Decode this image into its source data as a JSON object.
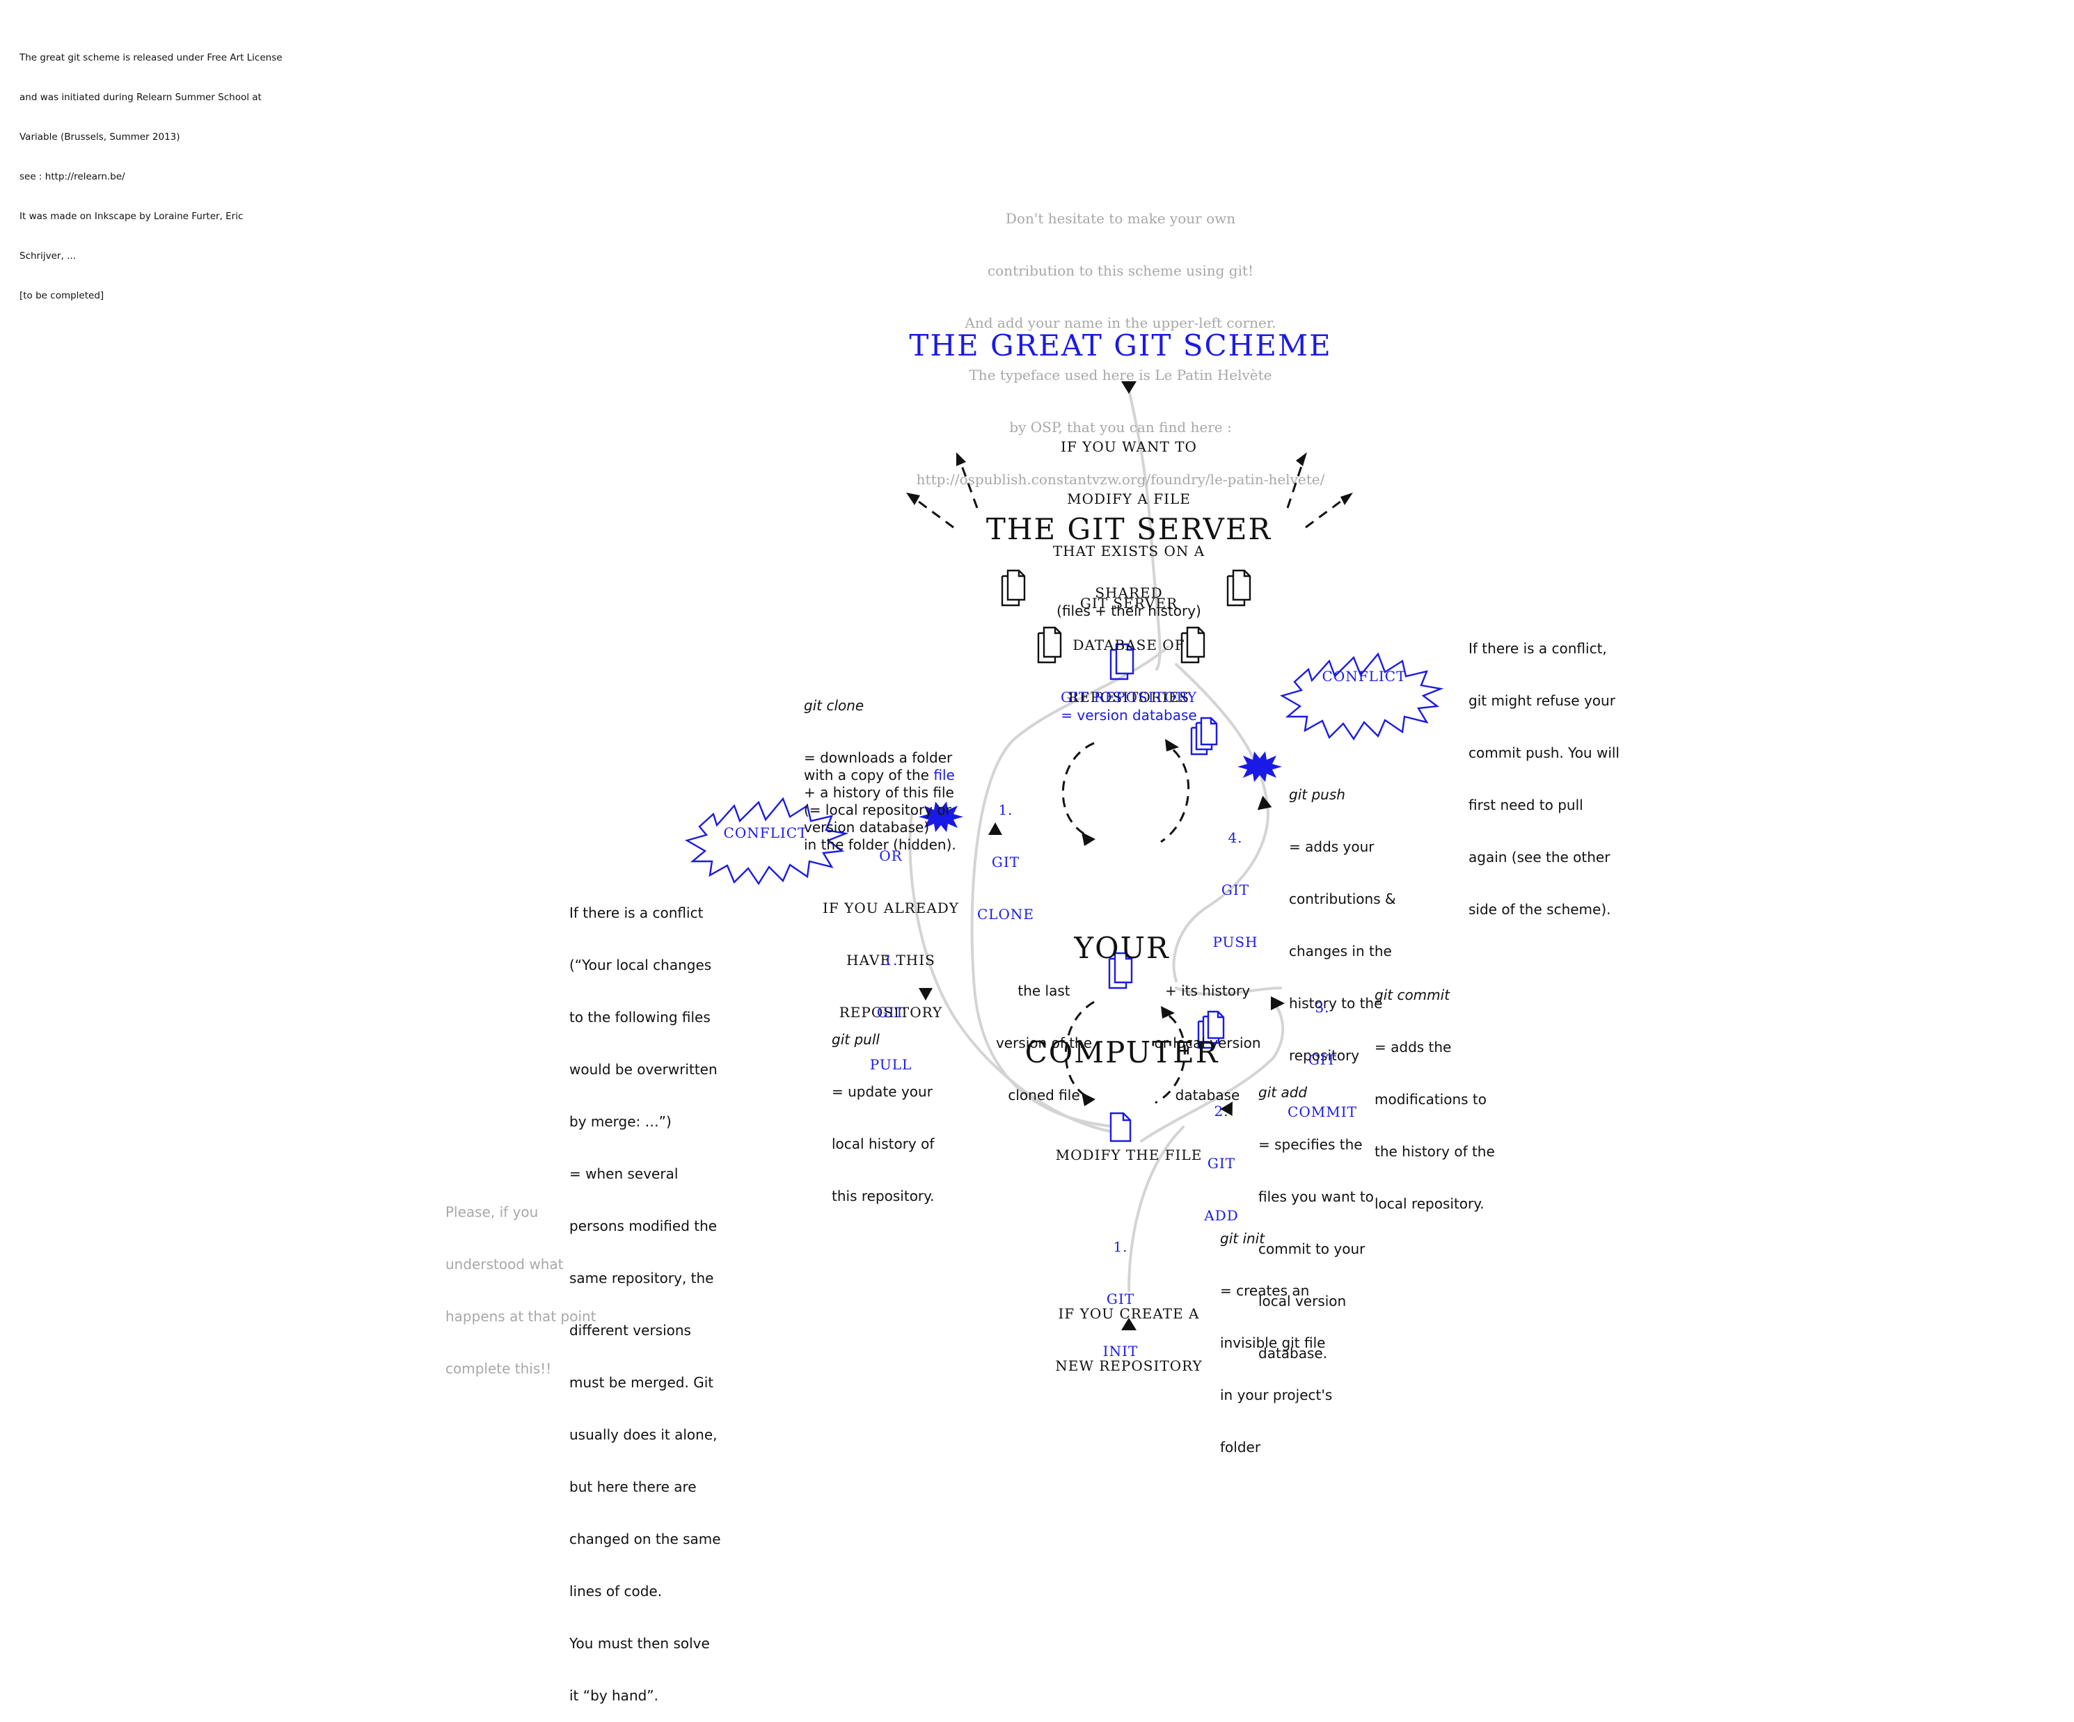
{
  "credits": {
    "lines": [
      "The great git scheme is released under Free Art License",
      "and was initiated during Relearn Summer School at",
      "Variable (Brussels, Summer 2013)",
      "see : http://relearn.be/",
      "It was made on Inkscape by Loraine Furter, Eric",
      "Schrijver, ...",
      "[to be completed]"
    ]
  },
  "invite": {
    "lines": [
      "Don't hesitate to make your own",
      "contribution to this scheme using git!",
      "And add your name in the upper-left corner.",
      "The typeface used here is Le Patin Helvète",
      "by OSP, that you can find here :",
      "http://ospublish.constantvzw.org/foundry/le-patin-helvete/"
    ]
  },
  "title": "THE GREAT GIT SCHEME",
  "top_entry": [
    "IF YOU WANT TO",
    "MODIFY A FILE",
    "THAT EXISTS ON A",
    "GIT SERVER"
  ],
  "server": {
    "title": "THE GIT SERVER",
    "subtitle": [
      "SHARED",
      "DATABASE OF",
      "REPOSITORIES"
    ],
    "note": "(files + their history)"
  },
  "git_repository": {
    "title": "GIT REPOSITORY",
    "subtitle": "= version database"
  },
  "conflict_right": {
    "badge": "CONFLICT",
    "text": [
      "If there is a conflict,",
      "git might refuse your",
      "commit push. You will",
      "first need to pull",
      "again (see the other",
      "side of the scheme)."
    ]
  },
  "conflict_left": {
    "badge": "CONFLICT",
    "text": [
      "If there is a conflict",
      "(“Your local changes",
      "to the following files",
      "would be overwritten",
      "by merge: …”)",
      "= when several",
      "persons modified the",
      "same repository, the",
      "different versions",
      "must be merged. Git",
      "usually does it alone,",
      "but here there are",
      "changed on the same",
      "lines of code.",
      "You must then solve",
      "it “by hand”."
    ]
  },
  "please": [
    "Please, if you",
    "understood what",
    "happens at that point",
    "complete this!!"
  ],
  "git_clone": {
    "term": "git clone",
    "desc_before": "= downloads a folder\nwith a copy of the ",
    "desc_link": "file",
    "desc_after": "\n+ a history of this file\n(= local repository or\nversion database)\nin the folder (hidden).",
    "step": [
      "1.",
      "GIT",
      "CLONE"
    ]
  },
  "git_pull": {
    "or": "OR",
    "entry": [
      "IF YOU ALREADY",
      "HAVE THIS",
      "REPOSITORY"
    ],
    "step": [
      "1.",
      "GIT",
      "PULL"
    ],
    "term": "git pull",
    "desc": [
      "= update your",
      "local history of",
      "this repository."
    ]
  },
  "git_push": {
    "step": [
      "4.",
      "GIT",
      "PUSH"
    ],
    "term": "git push",
    "desc": [
      "= adds your",
      "contributions &",
      "changes in the",
      "history to the",
      "repository"
    ]
  },
  "computer": {
    "title": [
      "YOUR",
      "COMPUTER"
    ],
    "last_version": [
      "the last",
      "version of the",
      "cloned file"
    ],
    "history": [
      "+ its history",
      "or local version",
      "database"
    ]
  },
  "git_commit": {
    "step": [
      "3.",
      "GIT",
      "COMMIT"
    ],
    "term": "git commit",
    "desc": [
      "= adds the",
      "modifications to",
      "the history of the",
      "local repository."
    ]
  },
  "git_add": {
    "step": [
      "2.",
      "GIT",
      "ADD"
    ],
    "term": "git add",
    "desc": [
      "= specifies the",
      "files you want to",
      "commit to your",
      "local version",
      "database."
    ]
  },
  "modify": "MODIFY THE FILE",
  "git_init": {
    "step": [
      "1.",
      "GIT",
      "INIT"
    ],
    "term": "git init",
    "desc": [
      "= creates an",
      "invisible git file",
      "in your project's",
      "folder"
    ]
  },
  "bottom_entry": [
    "IF YOU CREATE A",
    "NEW REPOSITORY"
  ],
  "colors": {
    "accent": "#1a1ae6",
    "muted": "#a8a8a8",
    "ink": "#111111",
    "line": "#d4d4d4"
  }
}
